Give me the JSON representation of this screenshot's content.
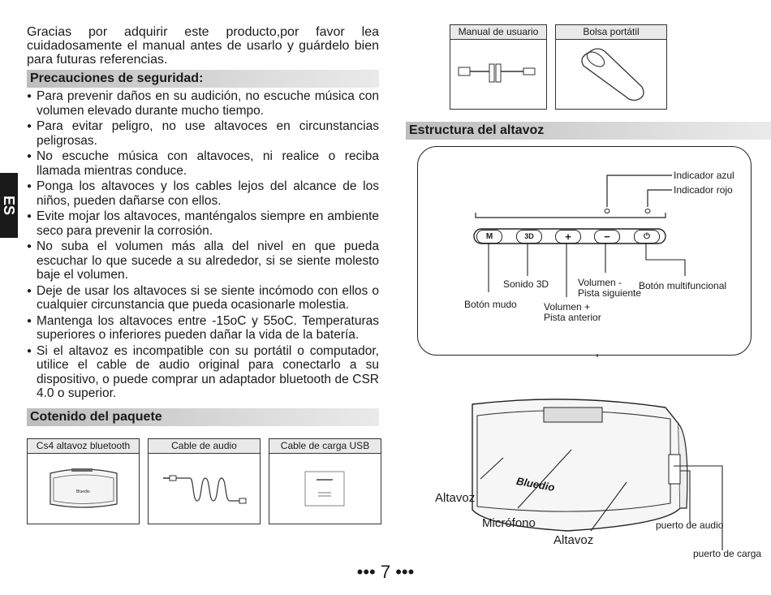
{
  "side_tab": "ES",
  "intro": "Gracias por adquirir este producto,por favor lea cuidadosamente el manual antes de usarlo y guárdelo bien para futuras referencias.",
  "safety": {
    "heading": "Precauciones de seguridad:",
    "items": [
      "Para prevenir daños en su audición, no escuche música con volumen elevado durante mucho tiempo.",
      "Para evitar peligro, no use altavoces en circunstancias peligrosas.",
      "No escuche música con altavoces, ni realice o reciba llamada mientras conduce.",
      "Ponga los altavoces y los cables lejos del alcance de los niños, pueden dañarse con ellos.",
      "Evite mojar los altavoces, manténgalos siempre en ambiente seco para prevenir la corrosión.",
      "No suba el volumen más alla del nivel en que pueda escuchar lo que sucede a su alrededor, si se siente molesto baje el volumen.",
      "Deje de usar los altavoces si se siente incómodo con ellos o cualquier circunstancia que pueda ocasionarle molestia.",
      "Mantenga los altavoces entre -15oC y 55oC. Temperaturas superiores o inferiores pueden dañar la vida de la batería.",
      "Si el altavoz es incompatible con su portátil o computador, utilice el cable de audio original para conectarlo a su dispositivo, o puede comprar un adaptador bluetooth de CSR 4.0 o superior."
    ]
  },
  "package": {
    "heading": "Cotenido del paquete",
    "items": [
      "Cs4 altavoz bluetooth",
      "Cable de audio",
      "Cable de carga USB"
    ]
  },
  "package_top": {
    "items": [
      "Manual de usuario",
      "Bolsa portátil"
    ]
  },
  "structure": {
    "heading": "Estructura del altavoz",
    "buttons": [
      "M",
      "3D",
      "+",
      "−",
      "⏻"
    ],
    "labels": {
      "blue": "Indicador azul",
      "red": "Indicador rojo",
      "sound3d": "Sonido 3D",
      "mute": "Botón mudo",
      "vol_down": "Volumen -",
      "next": "Pista siguiente",
      "vol_up": "Volumen +",
      "prev": "Pista anterior",
      "multi": "Botón multifuncional"
    },
    "bottom": {
      "speaker_left": "Altavoz",
      "mic": "Micrófono",
      "speaker_right": "Altavoz",
      "audio_port": "puerto de audio",
      "charge_port": "puerto de carga",
      "brand": "Bluedio"
    }
  },
  "page_number": "••• 7 •••"
}
